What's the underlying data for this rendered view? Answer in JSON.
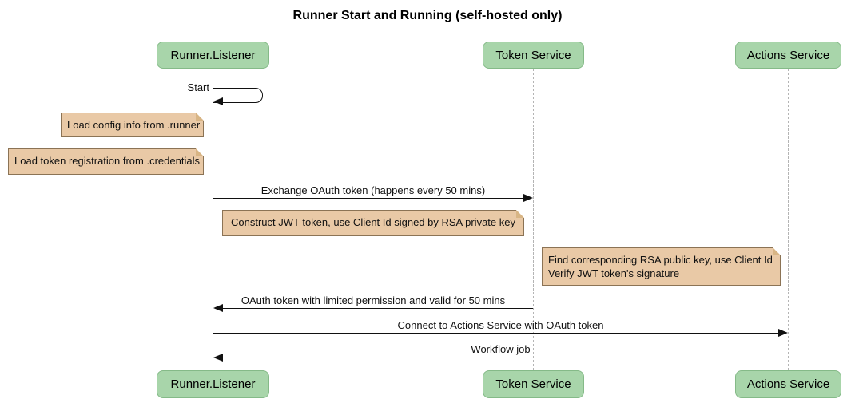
{
  "title": "Runner Start and Running (self-hosted only)",
  "participants": [
    {
      "name": "Runner.Listener"
    },
    {
      "name": "Token Service"
    },
    {
      "name": "Actions Service"
    }
  ],
  "messages": [
    {
      "label": "Start",
      "from": "Runner.Listener",
      "to": "Runner.Listener",
      "type": "self"
    },
    {
      "label": "Exchange OAuth token (happens every 50 mins)",
      "from": "Runner.Listener",
      "to": "Token Service",
      "type": "solid-arrow"
    },
    {
      "label": "OAuth token with limited permission and valid for 50 mins",
      "from": "Token Service",
      "to": "Runner.Listener",
      "type": "solid-arrow"
    },
    {
      "label": "Connect to Actions Service with OAuth token",
      "from": "Runner.Listener",
      "to": "Actions Service",
      "type": "solid-arrow"
    },
    {
      "label": "Workflow job",
      "from": "Actions Service",
      "to": "Runner.Listener",
      "type": "solid-arrow"
    }
  ],
  "notes": [
    {
      "text": "Load config info from .runner"
    },
    {
      "text": "Load token registration from .credentials"
    },
    {
      "text": "Construct JWT token, use Client Id signed by RSA private key"
    },
    {
      "text": "Find corresponding RSA public key, use Client Id\nVerify JWT token's signature"
    }
  ],
  "colors": {
    "participant_fill": "#a8d5aa",
    "participant_border": "#85ba88",
    "note_fill": "#e9c9a6",
    "note_border": "#8b7355",
    "lifeline": "#b4b4b4",
    "line": "#111111",
    "background": "#ffffff",
    "text": "#111111"
  }
}
